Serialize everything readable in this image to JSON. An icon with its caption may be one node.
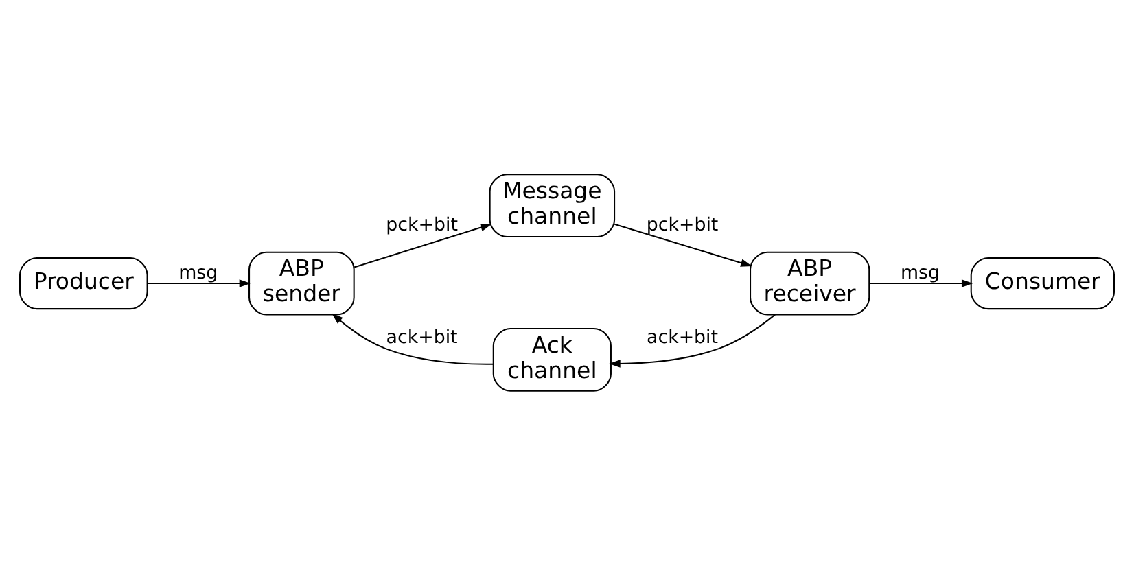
{
  "diagram": {
    "nodes": [
      {
        "text": [
          "Producer"
        ]
      },
      {
        "text": [
          "ABP sender"
        ]
      },
      {
        "text": [
          "Message channel"
        ]
      },
      {
        "text": [
          "ABP receiver"
        ]
      },
      {
        "text": [
          "Consumer"
        ]
      },
      {
        "text": [
          "Ack channel"
        ]
      }
    ],
    "edges": [
      {
        "from": 0,
        "to": 1,
        "arrow": "to",
        "label": "msg"
      },
      {
        "from": 1,
        "to": 2,
        "arrow": "to",
        "label": "pck+bit"
      },
      {
        "from": 2,
        "to": 3,
        "arrow": "to",
        "label": "pck+bit"
      },
      {
        "from": 3,
        "to": 4,
        "arrow": "to",
        "label": "msg"
      },
      {
        "from": 3,
        "to": 5,
        "arrow": "to",
        "label": "ack+bit"
      },
      {
        "from": 5,
        "to": 1,
        "arrow": "to",
        "label": "ack+bit"
      }
    ]
  }
}
